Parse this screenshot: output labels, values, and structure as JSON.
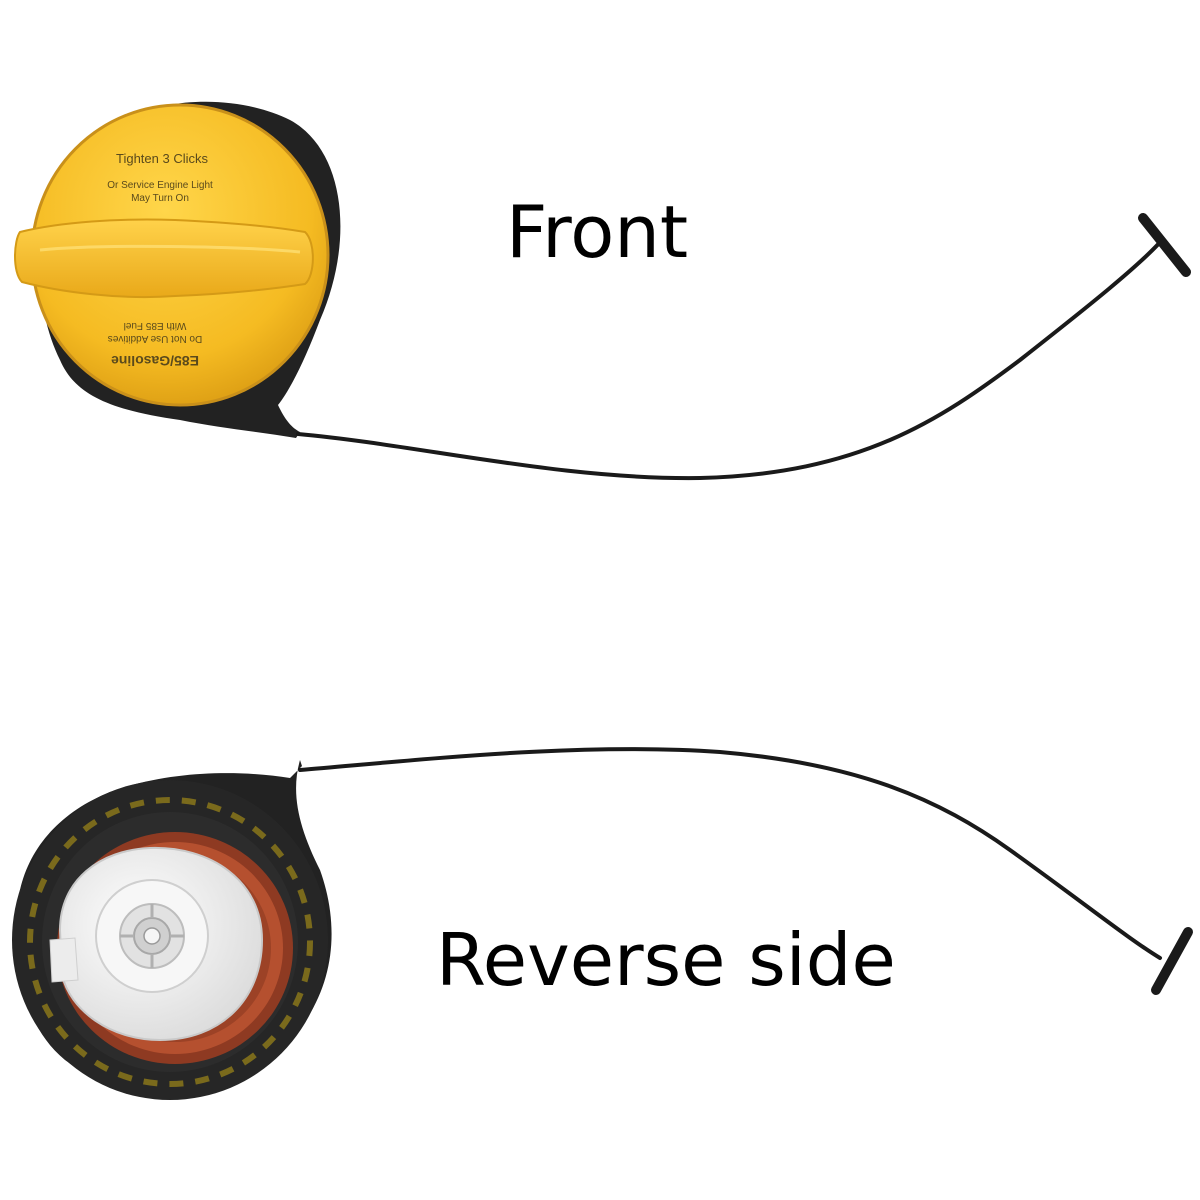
{
  "image": {
    "background_color": "#ffffff"
  },
  "captions": {
    "front": "Front",
    "reverse": "Reverse side"
  },
  "front_cap": {
    "color": "#f9c22e",
    "rim_color": "#2a2a2a",
    "text_top_title": "Tighten 3 Clicks",
    "text_top_line1": "Or Service Engine Light",
    "text_top_line2": "May Turn On",
    "text_bottom_title": "E85/Gasoline",
    "text_bottom_line1": "Do Not Use Additives",
    "text_bottom_line2": "With E85 Fuel"
  },
  "reverse_cap": {
    "rim_color": "#1f1f1f",
    "seal_color": "#a0442a",
    "valve_color": "#f2f2f2"
  },
  "tether": {
    "color": "#1a1a1a"
  }
}
